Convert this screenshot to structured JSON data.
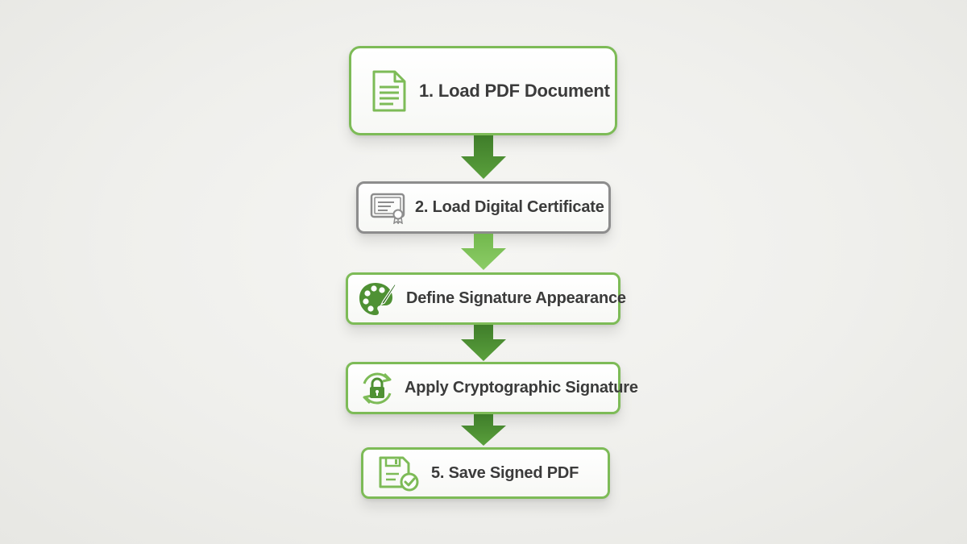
{
  "flowchart": {
    "steps": [
      {
        "label": "1. Load PDF Document",
        "icon": "document-icon"
      },
      {
        "label": "2. Load Digital Certificate",
        "icon": "certificate-icon"
      },
      {
        "label": "Define Signature Appearance",
        "icon": "palette-icon"
      },
      {
        "label": "Apply Cryptographic Signature",
        "icon": "lock-sync-icon"
      },
      {
        "label": "5. Save Signed PDF",
        "icon": "save-check-icon"
      }
    ]
  },
  "colors": {
    "accent_green": "#7dbb57",
    "arrow_dark_green": "#4f9134",
    "arrow_light_green": "#7fc25a",
    "neutral_border": "#8d8d8d",
    "text": "#3b3b3b"
  }
}
